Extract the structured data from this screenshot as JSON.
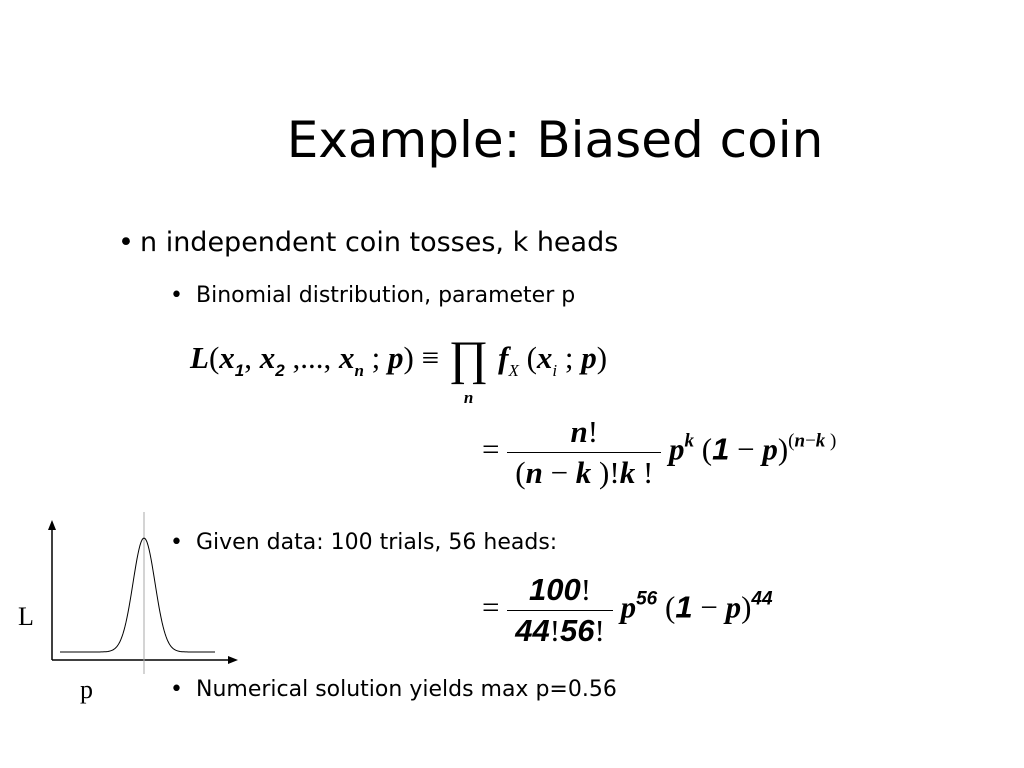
{
  "slide": {
    "title": "Example: Biased coin",
    "bullets": {
      "main": "n independent coin tosses, k heads",
      "binomial": "Binomial distribution, parameter p",
      "given": "Given data: 100 trials, 56 heads:",
      "numerical": "Numerical solution yields max p=0.56"
    },
    "bullet_glyph": "•",
    "plot": {
      "y_label": "L",
      "x_label": "p",
      "peak_p": 0.56
    }
  },
  "colors": {
    "text": "#000000",
    "background": "#ffffff",
    "guide_line": "#aaaaaa"
  }
}
